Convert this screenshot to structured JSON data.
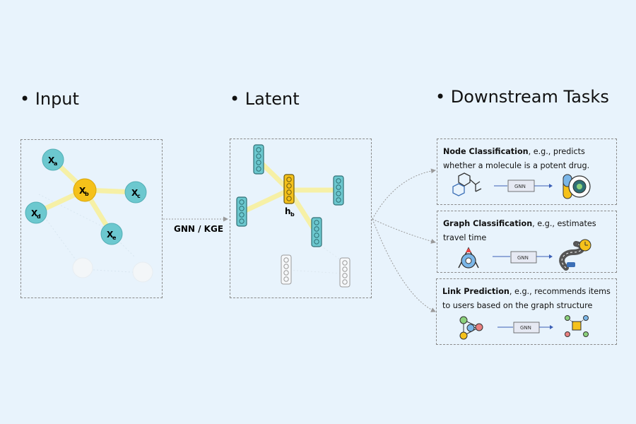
{
  "headings": {
    "input": "• Input",
    "latent": "• Latent",
    "downstream": "• Downstream Tasks"
  },
  "input_graph": {
    "nodes": [
      {
        "id": "a",
        "label": "X",
        "sub": "a"
      },
      {
        "id": "b",
        "label": "X",
        "sub": "b"
      },
      {
        "id": "c",
        "label": "X",
        "sub": "c"
      },
      {
        "id": "d",
        "label": "X",
        "sub": "d"
      },
      {
        "id": "e",
        "label": "X",
        "sub": "e"
      }
    ]
  },
  "latent": {
    "hb_label": "h",
    "hb_sub": "b"
  },
  "edge_label": "GNN / KGE",
  "tasks": [
    {
      "title": "Node Classification",
      "desc": ", e.g., predicts whether a molecule is a potent drug.",
      "gnn": "GNN"
    },
    {
      "title": "Graph Classification",
      "desc": ", e.g., estimates travel time",
      "gnn": "GNN"
    },
    {
      "title": "Link Prediction",
      "desc": ", e.g., recommends items to users based on the graph structure",
      "gnn": "GNN"
    }
  ],
  "colors": {
    "background": "#e8f3fc",
    "teal_node": "#6cc8cf",
    "yellow_node": "#f5c11a",
    "edge_highlight": "#f6f0a6"
  }
}
